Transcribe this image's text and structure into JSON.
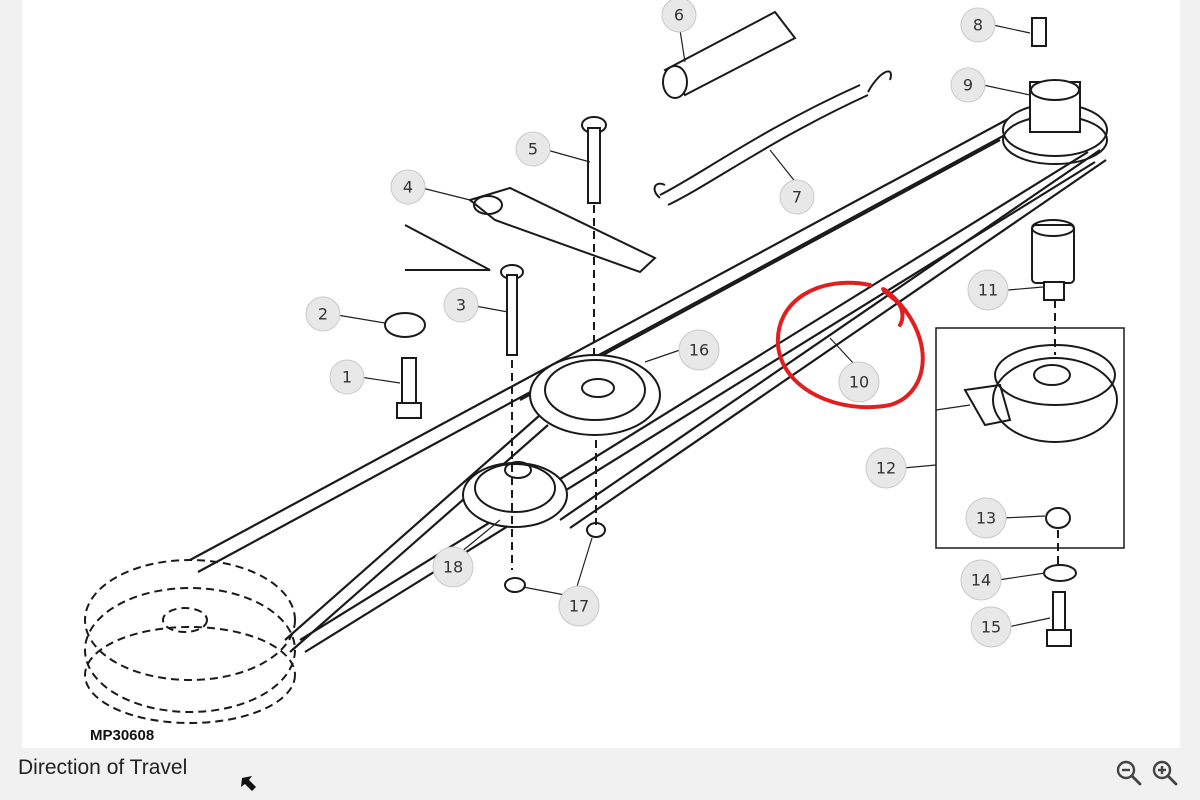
{
  "diagram": {
    "part_code": "MP30608",
    "callouts": [
      "1",
      "2",
      "3",
      "4",
      "5",
      "6",
      "7",
      "8",
      "9",
      "10",
      "11",
      "12",
      "13",
      "14",
      "15",
      "16",
      "17",
      "18"
    ],
    "highlight_color": "#e02020"
  },
  "footer": {
    "caption": "Direction of Travel",
    "arrow_icon": "arrow-up-left-icon",
    "zoom_out_icon": "zoom-out-icon",
    "zoom_in_icon": "zoom-in-icon"
  }
}
